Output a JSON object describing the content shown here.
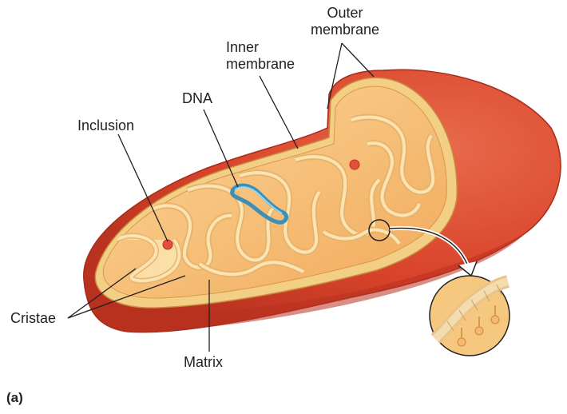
{
  "labels": {
    "outer_membrane_1": "Outer",
    "outer_membrane_2": "membrane",
    "inner_membrane_1": "Inner",
    "inner_membrane_2": "membrane",
    "dna": "DNA",
    "inclusion": "Inclusion",
    "cristae": "Cristae",
    "matrix": "Matrix"
  },
  "panel_label": "(a)",
  "colors": {
    "outer_membrane": "#d9442b",
    "outer_shadow": "#b8321f",
    "inner_membrane": "#f3cf86",
    "matrix": "#f6b56b",
    "cristae_fill": "#f9d597",
    "dna": "#3c8fb6",
    "inclusion": "#e0503a",
    "leader_line": "#231f20"
  }
}
